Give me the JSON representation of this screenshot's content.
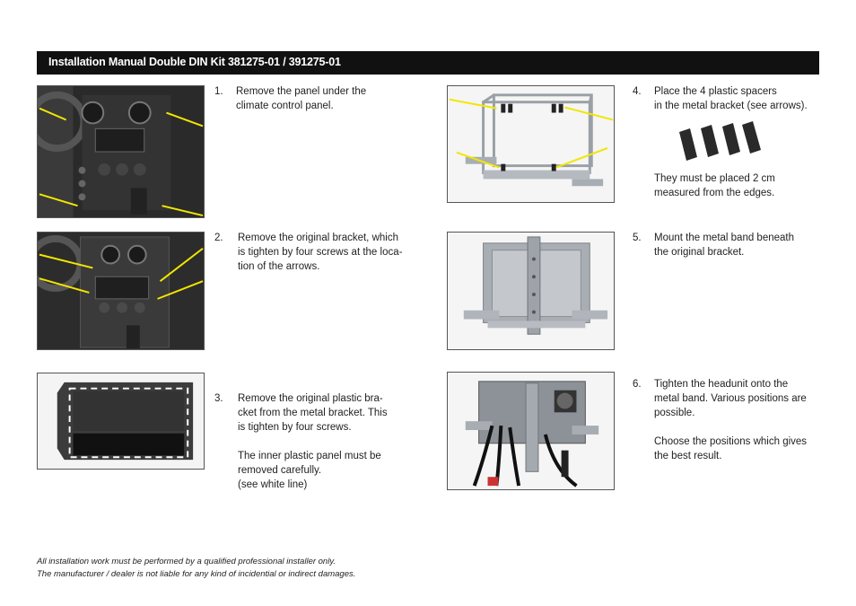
{
  "header": {
    "title": "Installation Manual Double DIN Kit 381275-01 / 391275-01"
  },
  "steps": [
    {
      "num": "1.",
      "lines": [
        "Remove the panel under the",
        "climate control panel."
      ]
    },
    {
      "num": "2.",
      "lines": [
        "Remove the original bracket, which",
        "is tighten by four screws at the loca-",
        "tion of the arrows."
      ]
    },
    {
      "num": "3.",
      "lines": [
        "Remove the original plastic bra-",
        "cket from the metal bracket. This",
        "is tighten by four screws.",
        "",
        "The inner plastic panel must be",
        "removed carefully.",
        "(see white line)"
      ]
    },
    {
      "num": "4.",
      "lines": [
        "Place the 4 plastic spacers",
        "in the metal bracket (see arrows)."
      ],
      "extra_lines": [
        "They must be placed 2 cm",
        "measured from the edges."
      ]
    },
    {
      "num": "5.",
      "lines": [
        "Mount the metal band beneath",
        "the original bracket."
      ]
    },
    {
      "num": "6.",
      "lines": [
        "Tighten the headunit onto the",
        "metal band. Various positions are",
        "possible.",
        "",
        "Choose the positions which gives",
        "the best result."
      ]
    }
  ],
  "footer": {
    "line1": "All installation work must be performed by a qualified professional installer only.",
    "line2": "The manufacturer / dealer is not liable for any kind of incidential or indirect damages."
  },
  "colors": {
    "header_bg": "#111111",
    "arrow": "#f2e600",
    "metal": "#b8bcc2"
  },
  "icons": [
    "dashboard-photo",
    "bracket-photo",
    "plastic-panel-photo",
    "metal-frame-photo",
    "spacers-photo",
    "headunit-photo"
  ]
}
